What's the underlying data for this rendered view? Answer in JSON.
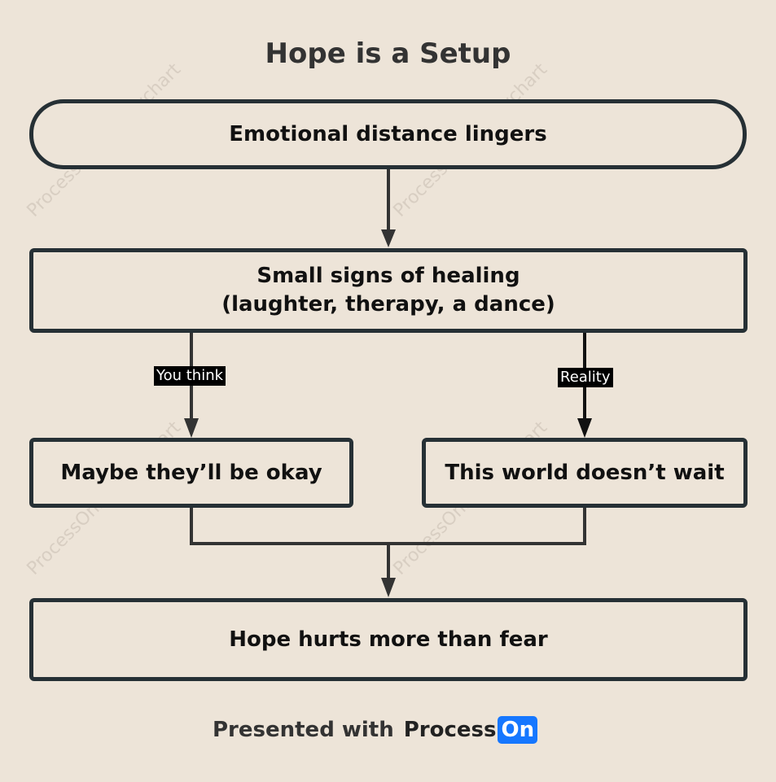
{
  "title": "Hope is a Setup",
  "nodes": {
    "start": "Emotional distance lingers",
    "signs_line1": "Small signs of healing",
    "signs_line2": "(laughter, therapy, a dance)",
    "okay": "Maybe they’ll be okay",
    "world": "This world doesn’t wait",
    "end": "Hope hurts more than fear"
  },
  "edge_labels": {
    "you_think": "You think",
    "reality": "Reality"
  },
  "footer": {
    "presented": "Presented with",
    "brand_part1": "Process",
    "brand_part2": "On"
  },
  "watermark_text": "ProcessOn.io Flowchart",
  "colors": {
    "background": "#ede4d8",
    "stroke": "#263035",
    "brand": "#1677ff"
  }
}
